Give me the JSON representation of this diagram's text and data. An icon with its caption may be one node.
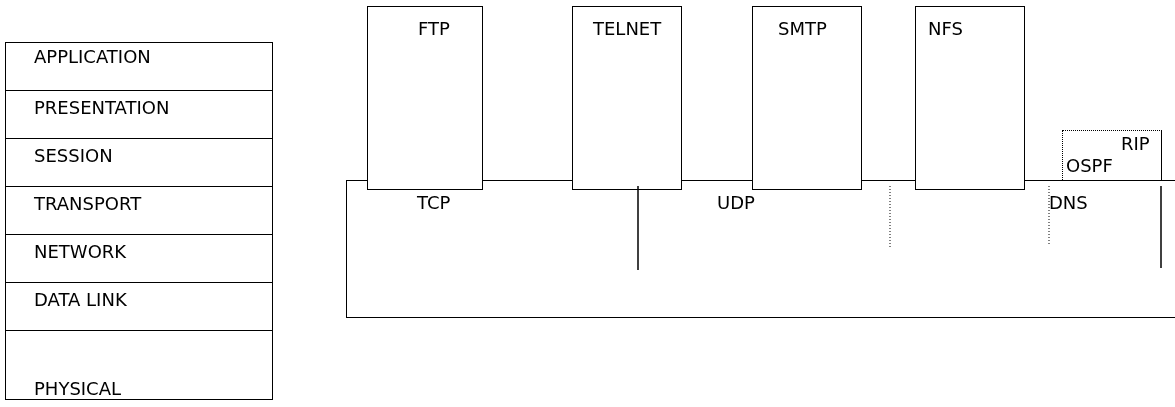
{
  "diagram": {
    "nodes": [
      {
        "text": [
          "APPLICATION"
        ]
      },
      {
        "text": [
          "PRESENTATION"
        ]
      },
      {
        "text": [
          "SESSION"
        ]
      },
      {
        "text": [
          "TRANSPORT"
        ]
      },
      {
        "text": [
          "NETWORK"
        ]
      },
      {
        "text": [
          "DATA LINK"
        ]
      },
      {
        "text": [
          "PHYSICAL"
        ]
      },
      {
        "text": [
          "FTP"
        ]
      },
      {
        "text": [
          "TELNET"
        ]
      },
      {
        "text": [
          "SMTP"
        ]
      },
      {
        "text": [
          "NFS"
        ]
      },
      {
        "text": [
          "RIP",
          "OSPF"
        ]
      },
      {
        "text": [
          "TCP",
          "UDP",
          "DNS"
        ]
      }
    ]
  }
}
